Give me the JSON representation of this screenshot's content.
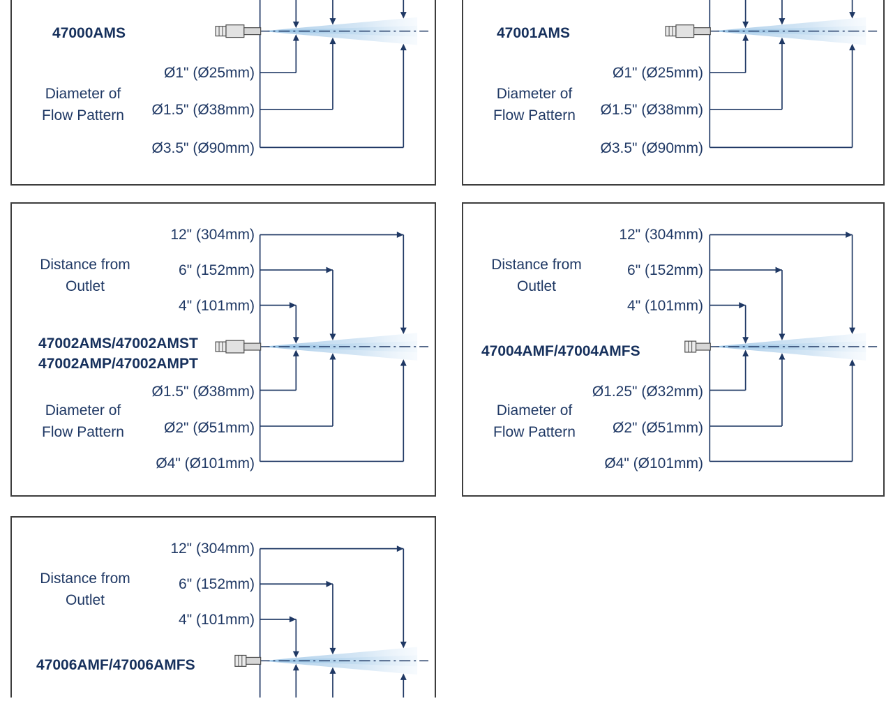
{
  "colors": {
    "line": "#1f3864",
    "text": "#1f3864",
    "spray_strong": "#9fc6e6",
    "spray_faint": "#e8f2fb",
    "nozzle_gray": "#d7d7d7",
    "border": "#3d3d3d"
  },
  "labels": {
    "distance_line1": "Distance from",
    "distance_line2": "Outlet",
    "diameter_line1": "Diameter of",
    "diameter_line2": "Flow Pattern"
  },
  "panels": [
    {
      "model1": "47000AMS",
      "diameters": [
        "Ø1\" (Ø25mm)",
        "Ø1.5\" (Ø38mm)",
        "Ø3.5\" (Ø90mm)"
      ]
    },
    {
      "model1": "47001AMS",
      "diameters": [
        "Ø1\" (Ø25mm)",
        "Ø1.5\" (Ø38mm)",
        "Ø3.5\" (Ø90mm)"
      ]
    },
    {
      "model1": "47002AMS/47002AMST",
      "model2": "47002AMP/47002AMPT",
      "distances": [
        "12\" (304mm)",
        "6\" (152mm)",
        "4\" (101mm)"
      ],
      "diameters": [
        "Ø1.5\" (Ø38mm)",
        "Ø2\" (Ø51mm)",
        "Ø4\" (Ø101mm)"
      ]
    },
    {
      "model1": "47004AMF/47004AMFS",
      "distances": [
        "12\" (304mm)",
        "6\" (152mm)",
        "4\" (101mm)"
      ],
      "diameters": [
        "Ø1.25\" (Ø32mm)",
        "Ø2\" (Ø51mm)",
        "Ø4\" (Ø101mm)"
      ]
    },
    {
      "model1": "47006AMF/47006AMFS",
      "distances": [
        "12\" (304mm)",
        "6\" (152mm)",
        "4\" (101mm)"
      ]
    }
  ]
}
